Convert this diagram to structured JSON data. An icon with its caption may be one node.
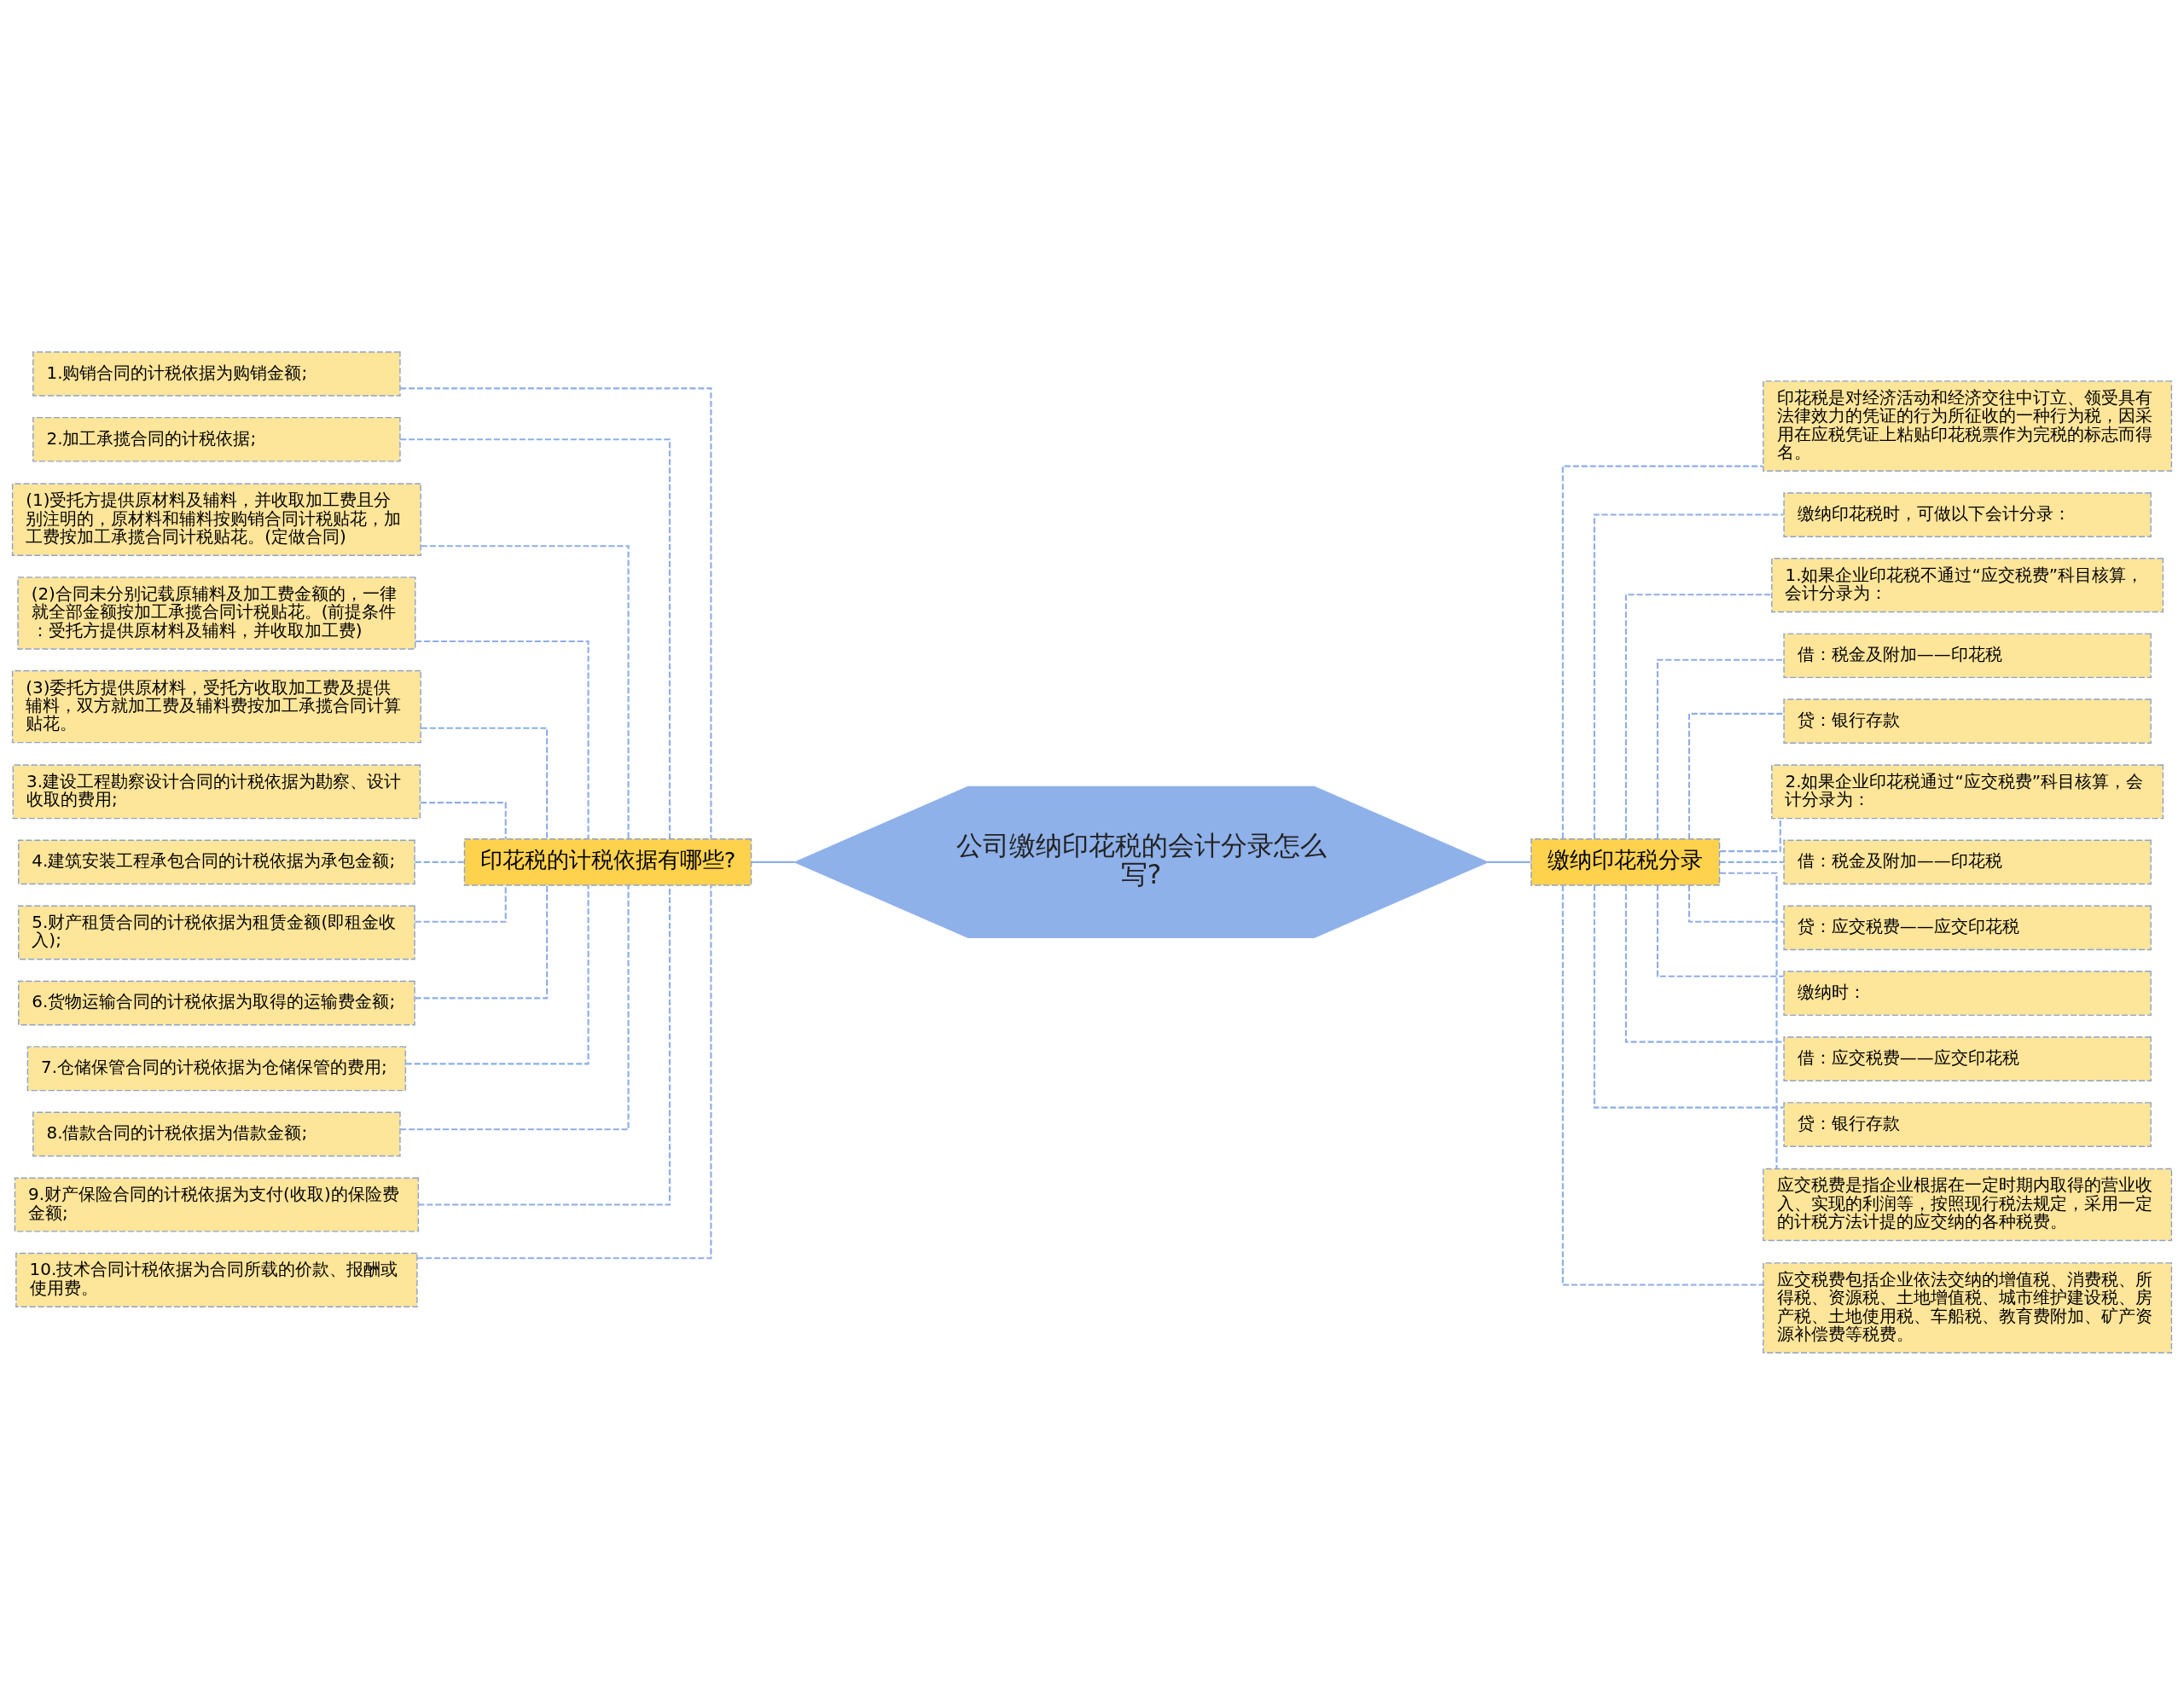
{
  "diagram": {
    "nodes": [
      {
        "text": [
          "公司缴纳印花税的会计分录怎么写?"
        ]
      },
      {
        "text": [
          "印花税的计税依据有哪些?"
        ]
      },
      {
        "text": [
          "1.购销合同的计税依据为购销金额;"
        ]
      },
      {
        "text": [
          "2.加工承揽合同的计税依据;"
        ]
      },
      {
        "text": [
          "(1)受托方提供原材料及辅料，并收取加工费且分别注明的，原材料和辅料按购销合同计税贴花，加工费按加工承揽合同计税贴花。(定做合同)"
        ]
      },
      {
        "text": [
          "(2)合同未分别记载原辅料及加工费金额的，一律就全部金额按加工承揽合同计税贴花。(前提条件：受托方提供原材料及辅料，并收取加工费)"
        ]
      },
      {
        "text": [
          "(3)委托方提供原材料，受托方收取加工费及提供辅料，双方就加工费及辅料费按加工承揽合同计算贴花。"
        ]
      },
      {
        "text": [
          "3.建设工程勘察设计合同的计税依据为勘察、设计收取的费用;"
        ]
      },
      {
        "text": [
          "4.建筑安装工程承包合同的计税依据为承包金额;"
        ]
      },
      {
        "text": [
          "5.财产租赁合同的计税依据为租赁金额(即租金收入);"
        ]
      },
      {
        "text": [
          "6.货物运输合同的计税依据为取得的运输费金额;"
        ]
      },
      {
        "text": [
          "7.仓储保管合同的计税依据为仓储保管的费用;"
        ]
      },
      {
        "text": [
          "8.借款合同的计税依据为借款金额;"
        ]
      },
      {
        "text": [
          "9.财产保险合同的计税依据为支付(收取)的保险费金额;"
        ]
      },
      {
        "text": [
          "10.技术合同计税依据为合同所载的价款、报酬或使用费。"
        ]
      },
      {
        "text": [
          "缴纳印花税分录"
        ]
      },
      {
        "text": [
          "印花税是对经济活动和经济交往中订立、领受具有法律效力的凭证的行为所征收的一种行为税，因采用在应税凭证上粘贴印花税票作为完税的标志而得名。"
        ]
      },
      {
        "text": [
          "缴纳印花税时，可做以下会计分录："
        ]
      },
      {
        "text": [
          "1.如果企业印花税不通过“应交税费”科目核算，会计分录为："
        ]
      },
      {
        "text": [
          "借：税金及附加——印花税"
        ]
      },
      {
        "text": [
          "贷：银行存款"
        ]
      },
      {
        "text": [
          "2.如果企业印花税通过“应交税费”科目核算，会计分录为："
        ]
      },
      {
        "text": [
          "借：税金及附加——印花税"
        ]
      },
      {
        "text": [
          "贷：应交税费——应交印花税"
        ]
      },
      {
        "text": [
          "缴纳时："
        ]
      },
      {
        "text": [
          "借：应交税费——应交印花税"
        ]
      },
      {
        "text": [
          "贷：银行存款"
        ]
      },
      {
        "text": [
          "应交税费是指企业根据在一定时期内取得的营业收入、实现的利润等，按照现行税法规定，采用一定的计税方法计提的应交纳的各种税费。"
        ]
      },
      {
        "text": [
          "应交税费包括企业依法交纳的增值税、消费税、所得税、资源税、土地增值税、城市维护建设税、房产税、土地使用税、车船税、教育费附加、矿产资源补偿费等税费。"
        ]
      }
    ],
    "edges": [
      {
        "from": 0,
        "to": 1,
        "arrow": "none"
      },
      {
        "from": 1,
        "to": 2,
        "arrow": "none",
        "style": "dashed"
      },
      {
        "from": 1,
        "to": 3,
        "arrow": "none",
        "style": "dashed"
      },
      {
        "from": 1,
        "to": 4,
        "arrow": "none",
        "style": "dashed"
      },
      {
        "from": 1,
        "to": 5,
        "arrow": "none",
        "style": "dashed"
      },
      {
        "from": 1,
        "to": 6,
        "arrow": "none",
        "style": "dashed"
      },
      {
        "from": 1,
        "to": 7,
        "arrow": "none",
        "style": "dashed"
      },
      {
        "from": 1,
        "to": 8,
        "arrow": "none",
        "style": "dashed"
      },
      {
        "from": 1,
        "to": 9,
        "arrow": "none",
        "style": "dashed"
      },
      {
        "from": 1,
        "to": 10,
        "arrow": "none",
        "style": "dashed"
      },
      {
        "from": 1,
        "to": 11,
        "arrow": "none",
        "style": "dashed"
      },
      {
        "from": 1,
        "to": 12,
        "arrow": "none",
        "style": "dashed"
      },
      {
        "from": 1,
        "to": 13,
        "arrow": "none",
        "style": "dashed"
      },
      {
        "from": 1,
        "to": 14,
        "arrow": "none",
        "style": "dashed"
      },
      {
        "from": 0,
        "to": 15,
        "arrow": "none"
      },
      {
        "from": 15,
        "to": 16,
        "arrow": "none",
        "style": "dashed"
      },
      {
        "from": 15,
        "to": 17,
        "arrow": "none",
        "style": "dashed"
      },
      {
        "from": 15,
        "to": 18,
        "arrow": "none",
        "style": "dashed"
      },
      {
        "from": 15,
        "to": 19,
        "arrow": "none",
        "style": "dashed"
      },
      {
        "from": 15,
        "to": 20,
        "arrow": "none",
        "style": "dashed"
      },
      {
        "from": 15,
        "to": 21,
        "arrow": "none",
        "style": "dashed"
      },
      {
        "from": 15,
        "to": 22,
        "arrow": "none",
        "style": "dashed"
      },
      {
        "from": 15,
        "to": 23,
        "arrow": "none",
        "style": "dashed"
      },
      {
        "from": 15,
        "to": 24,
        "arrow": "none",
        "style": "dashed"
      },
      {
        "from": 15,
        "to": 25,
        "arrow": "none",
        "style": "dashed"
      },
      {
        "from": 15,
        "to": 26,
        "arrow": "none",
        "style": "dashed"
      },
      {
        "from": 15,
        "to": 27,
        "arrow": "none",
        "style": "dashed"
      },
      {
        "from": 15,
        "to": 28,
        "arrow": "none",
        "style": "dashed"
      }
    ]
  }
}
